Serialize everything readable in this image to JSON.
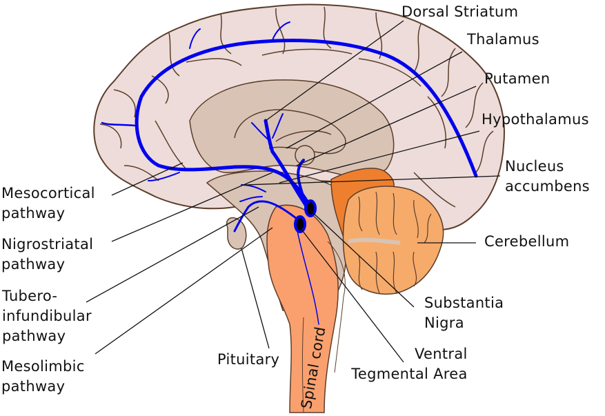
{
  "title": "Dopamine pathways in the human brain",
  "colors": {
    "cortex": "#eddcd9",
    "cortex_outline": "#5a3d2b",
    "inner_tissue": "#d9c3b5",
    "brainstem": "#f9a06e",
    "cerebellum": "#f6ab6b",
    "fourth_ventricle_region": "#ee7f2e",
    "pathway": "#0000ee",
    "leader_line": "#111111"
  },
  "labels": {
    "right": [
      {
        "id": "dorsal-striatum",
        "lines": [
          "Dorsal Striatum"
        ]
      },
      {
        "id": "thalamus",
        "lines": [
          "Thalamus"
        ]
      },
      {
        "id": "putamen",
        "lines": [
          "Putamen"
        ]
      },
      {
        "id": "hypothalamus",
        "lines": [
          "Hypothalamus"
        ]
      },
      {
        "id": "nucleus-accumbens",
        "lines": [
          "Nucleus",
          "accumbens"
        ]
      },
      {
        "id": "cerebellum",
        "lines": [
          "Cerebellum"
        ]
      },
      {
        "id": "substantia-nigra",
        "lines": [
          "Substantia",
          "Nigra"
        ]
      },
      {
        "id": "ventral-tegmental-area",
        "lines": [
          "Ventral",
          "Tegmental Area"
        ]
      }
    ],
    "left": [
      {
        "id": "mesocortical-pathway",
        "lines": [
          "Mesocortical",
          "pathway"
        ]
      },
      {
        "id": "nigrostriatal-pathway",
        "lines": [
          "Nigrostriatal",
          "pathway"
        ]
      },
      {
        "id": "tuberoinfundibular-pathway",
        "lines": [
          "Tubero-",
          "infundibular",
          "pathway"
        ]
      },
      {
        "id": "mesolimbic-pathway",
        "lines": [
          "Mesolimbic",
          "pathway"
        ]
      }
    ],
    "bottom": [
      {
        "id": "pituitary",
        "lines": [
          "Pituitary"
        ]
      },
      {
        "id": "spinal-cord",
        "lines": [
          "Spinal cord"
        ]
      }
    ]
  }
}
